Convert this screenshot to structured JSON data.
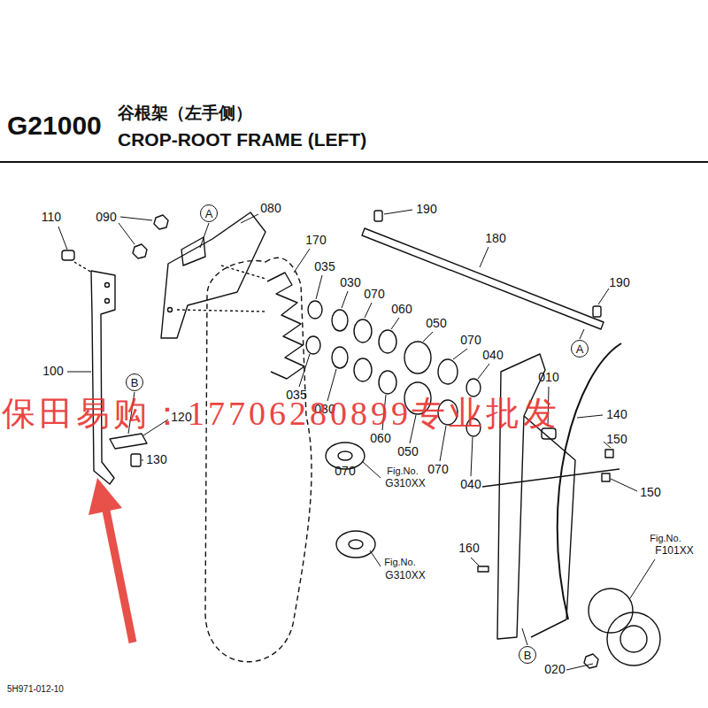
{
  "diagram": {
    "title": "CROP-ROOT FRAME (LEFT)",
    "nodes": [
      {
        "text": [
          "A"
        ]
      },
      {
        "text": [
          "B"
        ]
      },
      {
        "text": [
          "A"
        ]
      },
      {
        "text": [
          "B"
        ]
      }
    ],
    "labels": [
      "G21000",
      "谷根架（左手侧）",
      "110",
      "090",
      "080",
      "170",
      "190",
      "180",
      "190",
      "035",
      "030",
      "070",
      "060",
      "050",
      "070",
      "040",
      "100",
      "010",
      "035",
      "030",
      "140",
      "120",
      "060",
      "150",
      "050",
      "130",
      "070",
      "070",
      "Fig.No.",
      "G310XX",
      "040",
      "150",
      "Fig.No.",
      "F101XX",
      "160",
      "Fig.No.",
      "G310XX",
      "020",
      "保田易购：17706280899专业批发",
      "5H971-012-10"
    ]
  }
}
